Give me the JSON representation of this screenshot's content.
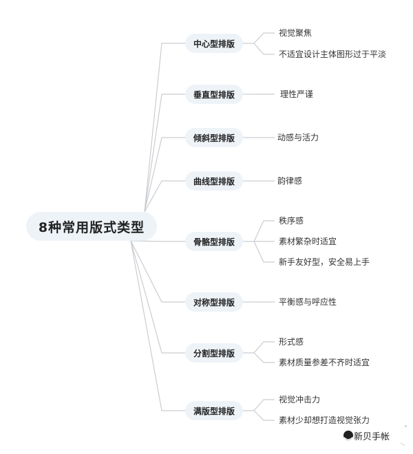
{
  "root": {
    "label": "8种常用版式类型"
  },
  "branches": [
    {
      "label": "中心型排版",
      "leaves": [
        "视觉聚焦",
        "不适宜设计主体图形过于平淡"
      ]
    },
    {
      "label": "垂直型排版",
      "leaves": [
        "理性严谨"
      ]
    },
    {
      "label": "倾斜型排版",
      "leaves": [
        "动感与活力"
      ]
    },
    {
      "label": "曲线型排版",
      "leaves": [
        "韵律感"
      ]
    },
    {
      "label": "骨骼型排版",
      "leaves": [
        "秩序感",
        "素材繁杂时适宜",
        "新手友好型，安全易上手"
      ]
    },
    {
      "label": "对称型排版",
      "leaves": [
        "平衡感与呼应性"
      ]
    },
    {
      "label": "分割型排版",
      "leaves": [
        "形式感",
        "素材质量参差不齐时适宜"
      ]
    },
    {
      "label": "满版型排版",
      "leaves": [
        "视觉冲击力",
        "素材少却想打造视觉张力"
      ]
    }
  ],
  "watermark": {
    "text": "新贝手帐"
  },
  "colors": {
    "node_bg": "#eef3f8",
    "line": "#c9ccd0",
    "text": "#222222"
  }
}
